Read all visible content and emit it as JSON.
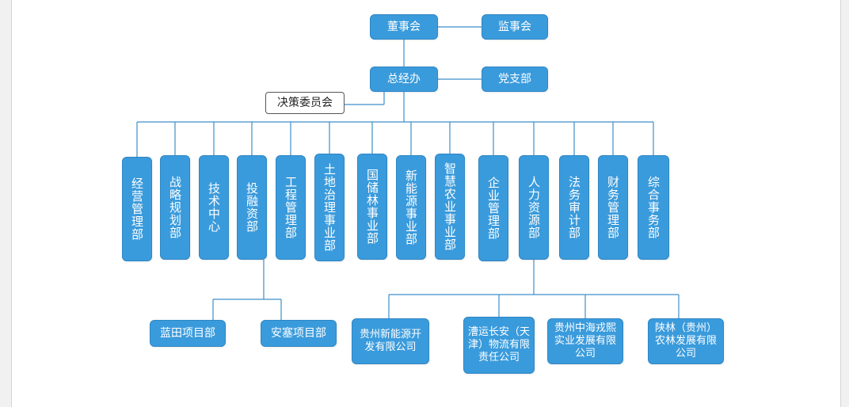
{
  "chart": {
    "top": {
      "board": "董事会",
      "supervisory": "监事会",
      "gm_office": "总经办",
      "party_branch": "党支部",
      "decision_committee": "决策委员会"
    },
    "departments": [
      "经营管理部",
      "战略规划部",
      "技术中心",
      "投融资部",
      "工程管理部",
      "土地治理事业部",
      "国储林事业部",
      "新能源事业部",
      "智慧农业事业部",
      "企业管理部",
      "人力资源部",
      "法务审计部",
      "财务管理部",
      "综合事务部"
    ],
    "projects": [
      "蓝田项目部",
      "安塞项目部"
    ],
    "companies": [
      "贵州新能源开发有限公司",
      "漕运长安（天津）物流有限责任公司",
      "贵州中海戎熙实业发展有限公司",
      "陕林（贵州）农林发展有限公司"
    ]
  },
  "colors": {
    "node_fill": "#3a9bdc",
    "line": "#3d8fc9"
  }
}
